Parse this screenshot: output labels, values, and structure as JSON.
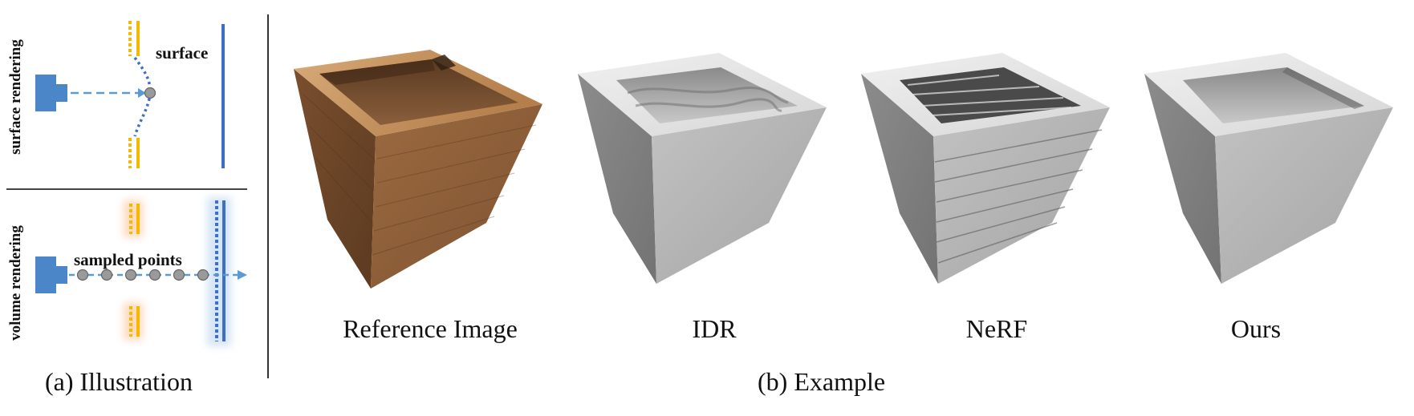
{
  "illustration": {
    "top_row_label": "surface rendering",
    "bottom_row_label": "volume rendering",
    "surface_label": "surface",
    "points_label": "sampled points",
    "caption": "(a) Illustration"
  },
  "example": {
    "caption": "(b) Example",
    "panels": [
      {
        "label": "Reference Image"
      },
      {
        "label": "IDR"
      },
      {
        "label": "NeRF"
      },
      {
        "label": "Ours"
      }
    ]
  },
  "colors": {
    "camera": "#4a86c8",
    "ray": "#5b9bd5",
    "surface_yellow": "#f5b800",
    "target_blue": "#3d6fc4",
    "point_gray": "#9a9a9a",
    "wood_light": "#c89a68",
    "wood_dark": "#6b4528",
    "mesh_light": "#e4e4e4",
    "mesh_mid": "#a8a8a8"
  }
}
